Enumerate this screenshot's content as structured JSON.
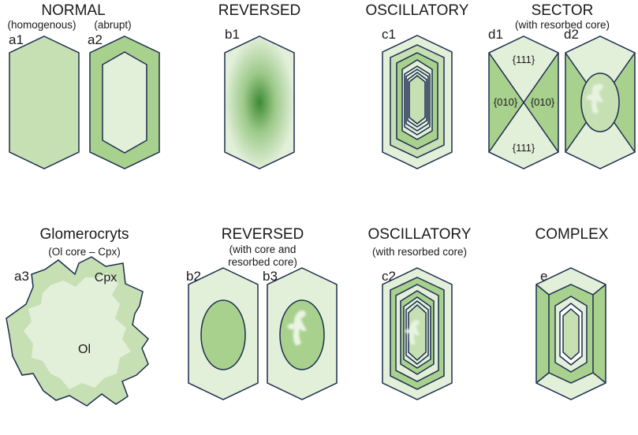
{
  "colors": {
    "outline": "#1c2d4f",
    "pale": "#e2efd9",
    "light": "#c6e0b4",
    "medium": "#a9d18e",
    "dark": "#4e8f3a",
    "white": "#ffffff"
  },
  "top_row": {
    "normal": {
      "title": "NORMAL",
      "sub_a1": "(homogenous)",
      "sub_a2": "(abrupt)",
      "label_a1": "a1",
      "label_a2": "a2"
    },
    "reversed": {
      "title": "REVERSED",
      "label_b1": "b1"
    },
    "oscillatory": {
      "title": "OSCILLATORY",
      "label_c1": "c1"
    },
    "sector": {
      "title": "SECTOR",
      "sub": "(with resorbed core)",
      "label_d1": "d1",
      "label_d2": "d2",
      "face_top": "{111}",
      "face_left": "{010}",
      "face_right": "{010}",
      "face_bottom": "{111}"
    }
  },
  "bottom_row": {
    "glomerocrysts": {
      "title": "Glomerocryts",
      "sub": "(Ol core – Cpx)",
      "label_a3": "a3",
      "mineral_outer": "Cpx",
      "mineral_core": "Ol"
    },
    "reversed": {
      "title": "REVERSED",
      "sub_line1": "(with core and",
      "sub_line2": "resorbed core)",
      "label_b2": "b2",
      "label_b3": "b3"
    },
    "oscillatory": {
      "title": "OSCILLATORY",
      "sub": "(with resorbed core)",
      "label_c2": "c2"
    },
    "complex": {
      "title": "COMPLEX",
      "label_e": "e"
    }
  }
}
